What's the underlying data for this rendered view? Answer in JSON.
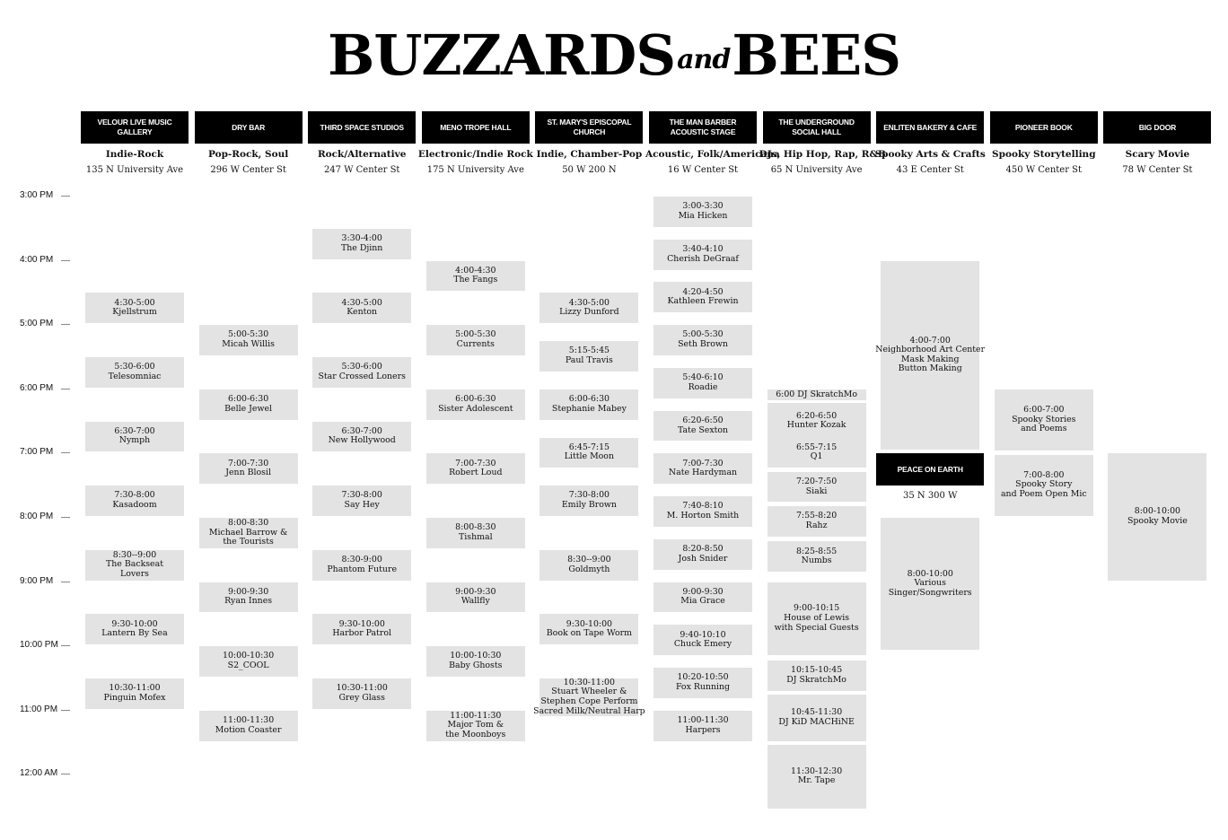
{
  "logo": {
    "left": "BUZZARDS",
    "amp": "and",
    "right": "BEES"
  },
  "times": [
    "3:00 PM",
    "4:00 PM",
    "5:00 PM",
    "6:00 PM",
    "7:00 PM",
    "8:00 PM",
    "9:00 PM",
    "10:00 PM",
    "11:00 PM",
    "12:00 AM"
  ],
  "venues": [
    {
      "name": "VELOUR LIVE MUSIC GALLERY",
      "genre": "Indie-Rock",
      "address": "135 N University Ave",
      "slots": [
        {
          "start": "4:30",
          "end": "5:00",
          "lines": [
            "4:30-5:00",
            "Kjellstrum"
          ]
        },
        {
          "start": "5:30",
          "end": "6:00",
          "lines": [
            "5:30-6:00",
            "Telesomniac"
          ]
        },
        {
          "start": "6:30",
          "end": "7:00",
          "lines": [
            "6:30-7:00",
            "Nymph"
          ]
        },
        {
          "start": "7:30",
          "end": "8:00",
          "lines": [
            "7:30-8:00",
            "Kasadoom"
          ]
        },
        {
          "start": "8:30",
          "end": "9:00",
          "lines": [
            "8:30--9:00",
            "The Backseat",
            "Lovers"
          ]
        },
        {
          "start": "9:30",
          "end": "10:00",
          "lines": [
            "9:30-10:00",
            "Lantern By Sea"
          ]
        },
        {
          "start": "10:30",
          "end": "11:00",
          "lines": [
            "10:30-11:00",
            "Pinguin Mofex"
          ]
        }
      ]
    },
    {
      "name": "DRY BAR",
      "genre": "Pop-Rock, Soul",
      "address": "296 W Center St",
      "slots": [
        {
          "start": "5:00",
          "end": "5:30",
          "lines": [
            "5:00-5:30",
            "Micah Willis"
          ]
        },
        {
          "start": "6:00",
          "end": "6:30",
          "lines": [
            "6:00-6:30",
            "Belle Jewel"
          ]
        },
        {
          "start": "7:00",
          "end": "7:30",
          "lines": [
            "7:00-7:30",
            "Jenn Blosil"
          ]
        },
        {
          "start": "8:00",
          "end": "8:30",
          "lines": [
            "8:00-8:30",
            "Michael Barrow &",
            "the Tourists"
          ]
        },
        {
          "start": "9:00",
          "end": "9:30",
          "lines": [
            "9:00-9:30",
            "Ryan Innes"
          ]
        },
        {
          "start": "10:00",
          "end": "10:30",
          "lines": [
            "10:00-10:30",
            "S2_COOL"
          ]
        },
        {
          "start": "11:00",
          "end": "11:30",
          "lines": [
            "11:00-11:30",
            "Motion Coaster"
          ]
        }
      ]
    },
    {
      "name": "THIRD SPACE STUDIOS",
      "genre": "Rock/Alternative",
      "address": "247 W Center St",
      "slots": [
        {
          "start": "3:30",
          "end": "4:00",
          "lines": [
            "3:30-4:00",
            "The Djinn"
          ]
        },
        {
          "start": "4:30",
          "end": "5:00",
          "lines": [
            "4:30-5:00",
            "Kenton"
          ]
        },
        {
          "start": "5:30",
          "end": "6:00",
          "lines": [
            "5:30-6:00",
            "Star Crossed Loners"
          ]
        },
        {
          "start": "6:30",
          "end": "7:00",
          "lines": [
            "6:30-7:00",
            "New Hollywood"
          ]
        },
        {
          "start": "7:30",
          "end": "8:00",
          "lines": [
            "7:30-8:00",
            "Say Hey"
          ]
        },
        {
          "start": "8:30",
          "end": "9:00",
          "lines": [
            "8:30-9:00",
            "Phantom Future"
          ]
        },
        {
          "start": "9:30",
          "end": "10:00",
          "lines": [
            "9:30-10:00",
            "Harbor Patrol"
          ]
        },
        {
          "start": "10:30",
          "end": "11:00",
          "lines": [
            "10:30-11:00",
            "Grey Glass"
          ]
        }
      ]
    },
    {
      "name": "MENO TROPE HALL",
      "genre": "Electronic/Indie Rock",
      "address": "175 N University Ave",
      "slots": [
        {
          "start": "4:00",
          "end": "4:30",
          "lines": [
            "4:00-4:30",
            "The Fangs"
          ]
        },
        {
          "start": "5:00",
          "end": "5:30",
          "lines": [
            "5:00-5:30",
            "Currents"
          ]
        },
        {
          "start": "6:00",
          "end": "6:30",
          "lines": [
            "6:00-6:30",
            "Sister Adolescent"
          ]
        },
        {
          "start": "7:00",
          "end": "7:30",
          "lines": [
            "7:00-7:30",
            "Robert Loud"
          ]
        },
        {
          "start": "8:00",
          "end": "8:30",
          "lines": [
            "8:00-8:30",
            "Tishmal"
          ]
        },
        {
          "start": "9:00",
          "end": "9:30",
          "lines": [
            "9:00-9:30",
            "Wallfly"
          ]
        },
        {
          "start": "10:00",
          "end": "10:30",
          "lines": [
            "10:00-10:30",
            "Baby Ghosts"
          ]
        },
        {
          "start": "11:00",
          "end": "11:30",
          "lines": [
            "11:00-11:30",
            "Major Tom &",
            "the Moonboys"
          ]
        }
      ]
    },
    {
      "name": "ST. MARY'S EPISCOPAL CHURCH",
      "genre": "Indie, Chamber-Pop",
      "address": "50 W 200 N",
      "slots": [
        {
          "start": "4:30",
          "end": "5:00",
          "lines": [
            "4:30-5:00",
            "Lizzy Dunford"
          ]
        },
        {
          "start": "5:15",
          "end": "5:45",
          "lines": [
            "5:15-5:45",
            "Paul Travis"
          ]
        },
        {
          "start": "6:00",
          "end": "6:30",
          "lines": [
            "6:00-6:30",
            "Stephanie Mabey"
          ]
        },
        {
          "start": "6:45",
          "end": "7:15",
          "lines": [
            "6:45-7:15",
            "Little Moon"
          ]
        },
        {
          "start": "7:30",
          "end": "8:00",
          "lines": [
            "7:30-8:00",
            "Emily Brown"
          ]
        },
        {
          "start": "8:30",
          "end": "9:00",
          "lines": [
            "8:30--9:00",
            "Goldmyth"
          ]
        },
        {
          "start": "9:30",
          "end": "10:00",
          "lines": [
            "9:30-10:00",
            "Book on Tape Worm"
          ]
        },
        {
          "start": "10:30",
          "end": "11:00",
          "lines": [
            "10:30-11:00",
            "Stuart Wheeler &",
            "Stephen Cope Perform",
            "Sacred Milk/Neutral Harp"
          ],
          "tall": true
        }
      ]
    },
    {
      "name": "THE MAN BARBER ACOUSTIC STAGE",
      "genre": "Acoustic, Folk/Americana",
      "address": "16 W Center St",
      "slots": [
        {
          "start": "3:00",
          "end": "3:30",
          "lines": [
            "3:00-3:30",
            "Mia Hicken"
          ]
        },
        {
          "start": "3:40",
          "end": "4:10",
          "lines": [
            "3:40-4:10",
            "Cherish DeGraaf"
          ]
        },
        {
          "start": "4:20",
          "end": "4:50",
          "lines": [
            "4:20-4:50",
            "Kathleen Frewin"
          ]
        },
        {
          "start": "5:00",
          "end": "5:30",
          "lines": [
            "5:00-5:30",
            "Seth Brown"
          ]
        },
        {
          "start": "5:40",
          "end": "6:10",
          "lines": [
            "5:40-6:10",
            "Roadie"
          ]
        },
        {
          "start": "6:20",
          "end": "6:50",
          "lines": [
            "6:20-6:50",
            "Tate Sexton"
          ]
        },
        {
          "start": "7:00",
          "end": "7:30",
          "lines": [
            "7:00-7:30",
            "Nate Hardyman"
          ]
        },
        {
          "start": "7:40",
          "end": "8:10",
          "lines": [
            "7:40-8:10",
            "M. Horton Smith"
          ]
        },
        {
          "start": "8:20",
          "end": "8:50",
          "lines": [
            "8:20-8:50",
            "Josh Snider"
          ]
        },
        {
          "start": "9:00",
          "end": "9:30",
          "lines": [
            "9:00-9:30",
            "Mia Grace"
          ]
        },
        {
          "start": "9:40",
          "end": "10:10",
          "lines": [
            "9:40-10:10",
            "Chuck Emery"
          ]
        },
        {
          "start": "10:20",
          "end": "10:50",
          "lines": [
            "10:20-10:50",
            "Fox Running"
          ]
        },
        {
          "start": "11:00",
          "end": "11:30",
          "lines": [
            "11:00-11:30",
            "Harpers"
          ]
        }
      ]
    },
    {
      "name": "THE UNDERGROUND SOCIAL HALL",
      "genre": "DJs, Hip Hop, Rap, R&B",
      "address": "65 N University Ave",
      "slots": [
        {
          "start": "6:00",
          "end": "6:10",
          "lines": [
            "6:00 DJ SkratchMo"
          ]
        },
        {
          "start": "6:13",
          "end": "6:48",
          "lines": [
            "6:20-6:50",
            "Hunter Kozak"
          ]
        },
        {
          "start": "6:45",
          "end": "7:15",
          "lines": [
            "6:55-7:15",
            "Q1"
          ]
        },
        {
          "start": "7:17",
          "end": "7:47",
          "lines": [
            "7:20-7:50",
            "Siaki"
          ]
        },
        {
          "start": "7:49",
          "end": "8:19",
          "lines": [
            "7:55-8:20",
            "Rahz"
          ]
        },
        {
          "start": "8:22",
          "end": "8:52",
          "lines": [
            "8:25-8:55",
            "Numbs"
          ]
        },
        {
          "start": "9:00",
          "end": "10:10",
          "lines": [
            "9:00-10:15",
            "House of Lewis",
            "with Special Guests"
          ]
        },
        {
          "start": "10:13",
          "end": "10:43",
          "lines": [
            "10:15-10:45",
            "DJ SkratchMo"
          ]
        },
        {
          "start": "10:45",
          "end": "11:30",
          "lines": [
            "10:45-11:30",
            "DJ KiD MACHiNE"
          ]
        },
        {
          "start": "11:32",
          "end": "12:33",
          "lines": [
            "11:30-12:30",
            "Mr. Tape"
          ]
        }
      ]
    },
    {
      "name": "ENLITEN BAKERY & CAFE",
      "genre": "Spooky Arts & Crafts",
      "address": "43 E Center St",
      "slots": [
        {
          "start": "4:00",
          "end": "6:58",
          "lines": [
            "4:00-7:00",
            "Neighborhood Art Center",
            "Mask Making",
            "Button Making"
          ]
        },
        {
          "start": "8:00",
          "end": "10:05",
          "lines": [
            "8:00-10:00",
            "Various",
            "Singer/Songwriters"
          ]
        }
      ],
      "sub": {
        "name": "PEACE ON EARTH",
        "address": "35 N 300 W"
      }
    },
    {
      "name": "PIONEER BOOK",
      "genre": "Spooky Storytelling",
      "address": "450 W Center St",
      "slots": [
        {
          "start": "6:00",
          "end": "6:59",
          "lines": [
            "6:00-7:00",
            "Spooky Stories",
            "and Poems"
          ]
        },
        {
          "start": "7:01",
          "end": "8:00",
          "lines": [
            "7:00-8:00",
            "Spooky Story",
            "and Poem Open Mic"
          ]
        }
      ]
    },
    {
      "name": "BIG DOOR",
      "genre": "Scary Movie",
      "address": "78 W Center St",
      "slots": [
        {
          "start": "7:00",
          "end": "9:00",
          "lines": [
            "8:00-10:00",
            "Spooky Movie"
          ]
        }
      ]
    }
  ]
}
